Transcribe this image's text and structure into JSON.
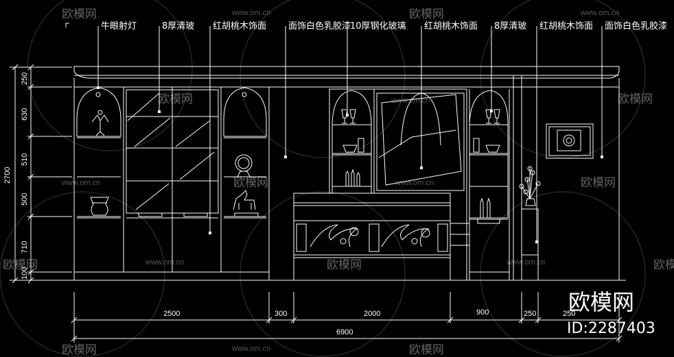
{
  "annotations": [
    "牛眼射灯",
    "8厚清玻",
    "红胡桃木饰面",
    "面饰白色乳胶漆",
    "10厚钢化玻璃",
    "红胡桃木饰面",
    "8厚清玻",
    "红胡桃木饰面",
    "面饰白色乳胶漆"
  ],
  "dimensions": {
    "vertical_total": "2700",
    "vertical": [
      "250",
      "630",
      "510",
      "500",
      "710",
      "100"
    ],
    "horizontal": [
      "2500",
      "300",
      "2000",
      "900",
      "250",
      "250"
    ],
    "horizontal_total": "6900"
  },
  "watermark": {
    "brand": "欧模网",
    "url": "www.om.cn",
    "id_label": "ID:2287403"
  },
  "colors": {
    "background": "#000000",
    "lines": "#ffffff",
    "watermark": "#6f6f6f"
  }
}
